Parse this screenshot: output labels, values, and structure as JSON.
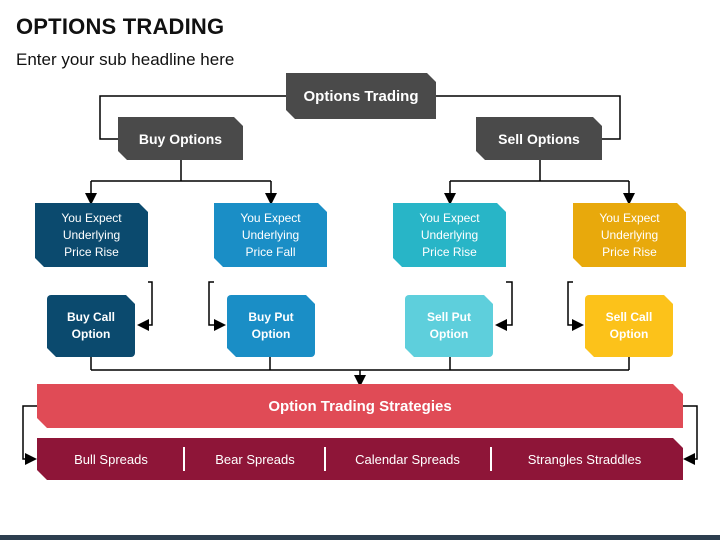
{
  "title": "OPTIONS TRADING",
  "subtitle": "Enter your sub headline here",
  "root": "Options Trading",
  "buy": "Buy Options",
  "sell": "Sell Options",
  "expect": [
    [
      "You Expect",
      "Underlying",
      "Price Rise"
    ],
    [
      "You Expect",
      "Underlying",
      "Price Fall"
    ],
    [
      "You Expect",
      "Underlying",
      "Price Rise"
    ],
    [
      "You Expect",
      "Underlying",
      "Price Rise"
    ]
  ],
  "options": [
    [
      "Buy Call",
      "Option"
    ],
    [
      "Buy Put",
      "Option"
    ],
    [
      "Sell Put",
      "Option"
    ],
    [
      "Sell Call",
      "Option"
    ]
  ],
  "strategies_title": "Option Trading Strategies",
  "strategies": [
    "Bull Spreads",
    "Bear Spreads",
    "Calendar Spreads",
    "Strangles Straddles"
  ],
  "colors": {
    "gray": "#4a4a4a",
    "navy": "#0b4a6e",
    "blue": "#1a8ec6",
    "teal": "#28b5c7",
    "gold": "#e8a90c",
    "red": "#e04b56",
    "maroon": "#8e1538"
  }
}
